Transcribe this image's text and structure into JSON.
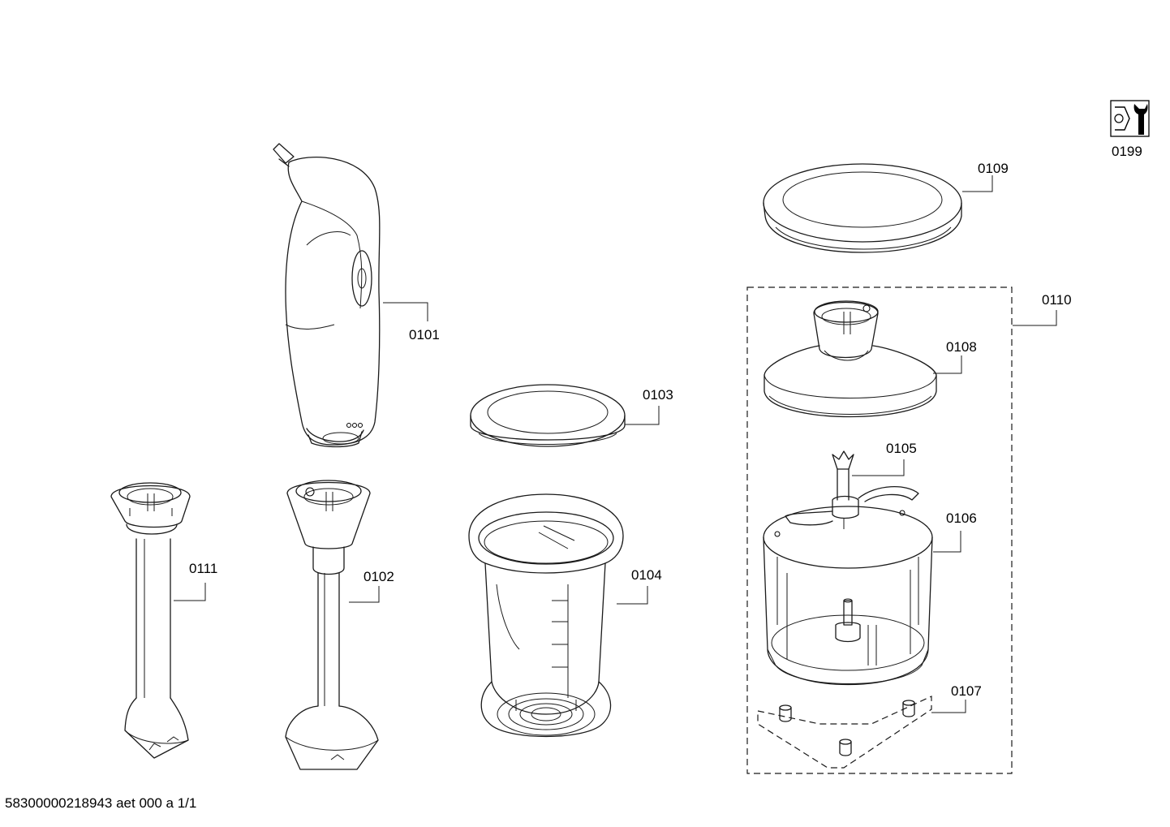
{
  "parts": {
    "p0101": "0101",
    "p0102": "0102",
    "p0103": "0103",
    "p0104": "0104",
    "p0105": "0105",
    "p0106": "0106",
    "p0107": "0107",
    "p0108": "0108",
    "p0109": "0109",
    "p0110": "0110",
    "p0111": "0111",
    "p0199": "0199"
  },
  "footer": {
    "doc_id": "58300000218943 aet 000 a 1/1"
  },
  "icons": {
    "service_icon": "wrench-icon"
  }
}
